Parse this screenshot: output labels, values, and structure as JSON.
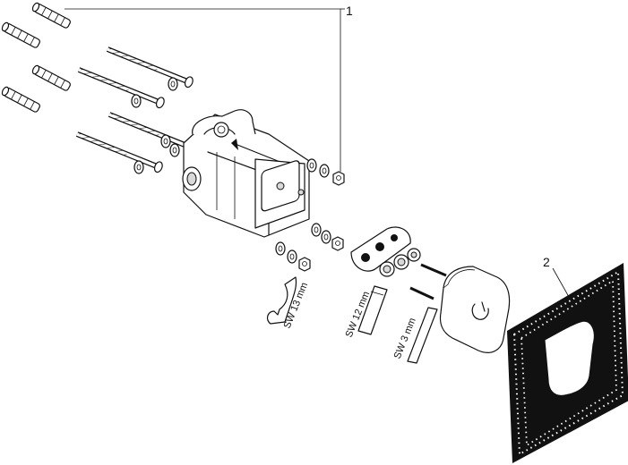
{
  "callouts": {
    "part_1": "1",
    "part_2": "2"
  },
  "tools": {
    "wrench_label": "SW 13 mm",
    "hex_key_12_label": "SW 12 mm",
    "hex_key_3_label": "SW 3 mm"
  }
}
